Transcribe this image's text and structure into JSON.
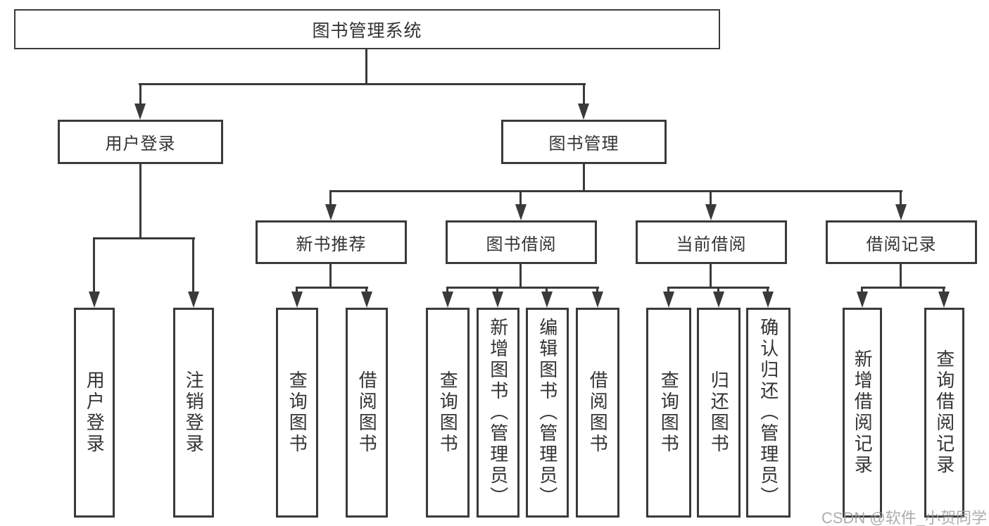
{
  "diagram": {
    "type": "tree",
    "watermark": "CSDN @软件_小贺同学",
    "colors": {
      "line": "#3a3a3a",
      "text": "#333333",
      "watermark": "#9e9e9e",
      "background": "#ffffff"
    },
    "tree": {
      "root": {
        "label": "图书管理系统",
        "children": [
          {
            "label": "用户登录",
            "children": [
              {
                "label": "用户登录"
              },
              {
                "label": "注销登录"
              }
            ]
          },
          {
            "label": "图书管理",
            "children": [
              {
                "label": "新书推荐",
                "children": [
                  {
                    "label": "查询图书"
                  },
                  {
                    "label": "借阅图书"
                  }
                ]
              },
              {
                "label": "图书借阅",
                "children": [
                  {
                    "label": "查询图书"
                  },
                  {
                    "label": "新增图书（管理员）"
                  },
                  {
                    "label": "编辑图书（管理员）"
                  },
                  {
                    "label": "借阅图书"
                  }
                ]
              },
              {
                "label": "当前借阅",
                "children": [
                  {
                    "label": "查询图书"
                  },
                  {
                    "label": "归还图书"
                  },
                  {
                    "label": "确认归还（管理员）"
                  }
                ]
              },
              {
                "label": "借阅记录",
                "children": [
                  {
                    "label": "新增借阅记录"
                  },
                  {
                    "label": "查询借阅记录"
                  }
                ]
              }
            ]
          }
        ]
      }
    }
  }
}
